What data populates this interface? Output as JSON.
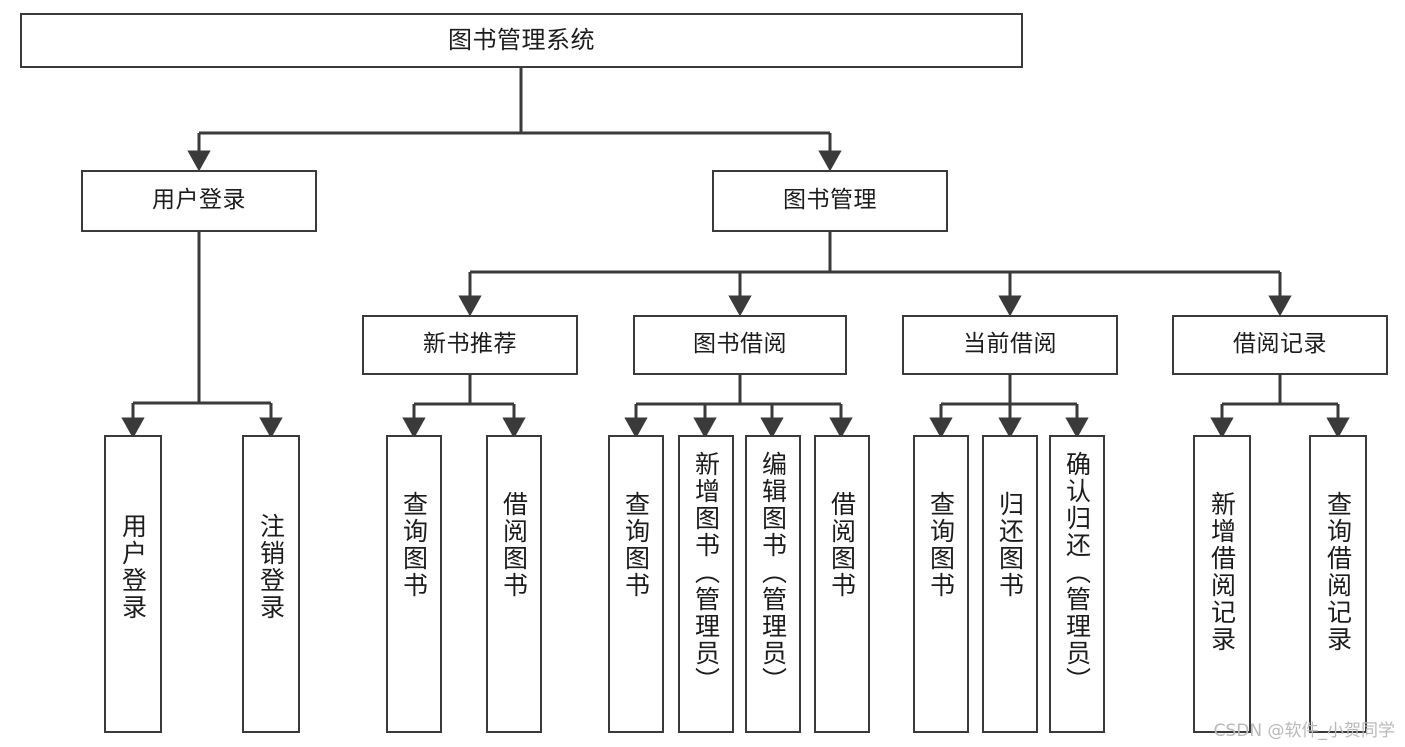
{
  "diagram": {
    "title": "图书管理系统",
    "type": "tree-hierarchy-chart",
    "root": {
      "label": "图书管理系统"
    },
    "level2": [
      {
        "label": "用户登录"
      },
      {
        "label": "图书管理"
      }
    ],
    "level3": [
      {
        "label": "新书推荐"
      },
      {
        "label": "图书借阅"
      },
      {
        "label": "当前借阅"
      },
      {
        "label": "借阅记录"
      }
    ],
    "leaves": {
      "user_login": [
        {
          "label": "用户登录"
        },
        {
          "label": "注销登录"
        }
      ],
      "new_book_recommend": [
        {
          "label": "查询图书"
        },
        {
          "label": "借阅图书"
        }
      ],
      "book_borrow": [
        {
          "label": "查询图书"
        },
        {
          "label": "新增图书（管理员）"
        },
        {
          "label": "编辑图书（管理员）"
        },
        {
          "label": "借阅图书"
        }
      ],
      "current_borrow": [
        {
          "label": "查询图书"
        },
        {
          "label": "归还图书"
        },
        {
          "label": "确认归还（管理员）"
        }
      ],
      "borrow_record": [
        {
          "label": "新增借阅记录"
        },
        {
          "label": "查询借阅记录"
        }
      ]
    }
  },
  "watermark": {
    "text": "CSDN @软件_小贺同学"
  },
  "colors": {
    "border": "#3a3a3a",
    "text": "#1c1c1c",
    "background": "#ffffff",
    "watermark": "#b9b9b9"
  }
}
